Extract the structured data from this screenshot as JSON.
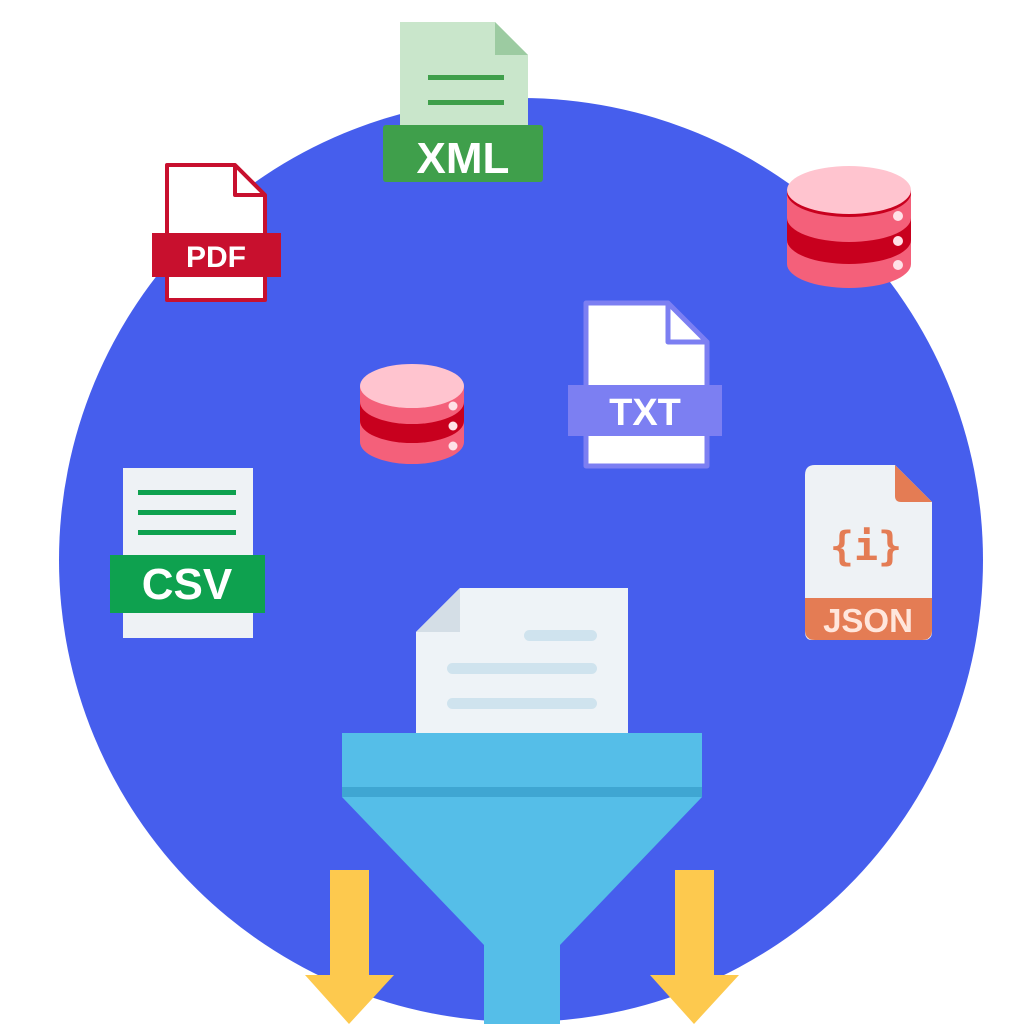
{
  "illustration": {
    "files": {
      "xml": {
        "label": "XML"
      },
      "pdf": {
        "label": "PDF"
      },
      "txt": {
        "label": "TXT"
      },
      "csv": {
        "label": "CSV"
      },
      "json": {
        "label": "JSON",
        "glyph": "{i}"
      }
    },
    "icons": [
      "xml-file-icon",
      "pdf-file-icon",
      "database-icon",
      "txt-file-icon",
      "csv-file-icon",
      "json-file-icon",
      "document-icon",
      "funnel-icon",
      "arrow-down-icon"
    ],
    "colors": {
      "circle": "#465EED",
      "xml_green": "#3F9F4B",
      "xml_sheet": "#C9E6CB",
      "pdf_red": "#C8102E",
      "db_dark": "#C8001E",
      "db_pink": "#F4607A",
      "db_light": "#FFC4CF",
      "txt_purple": "#7C7FF2",
      "csv_green": "#0EA14F",
      "json_orange": "#E47C54",
      "funnel_blue": "#55BEE8",
      "arrow_yellow": "#FDC94E"
    }
  }
}
